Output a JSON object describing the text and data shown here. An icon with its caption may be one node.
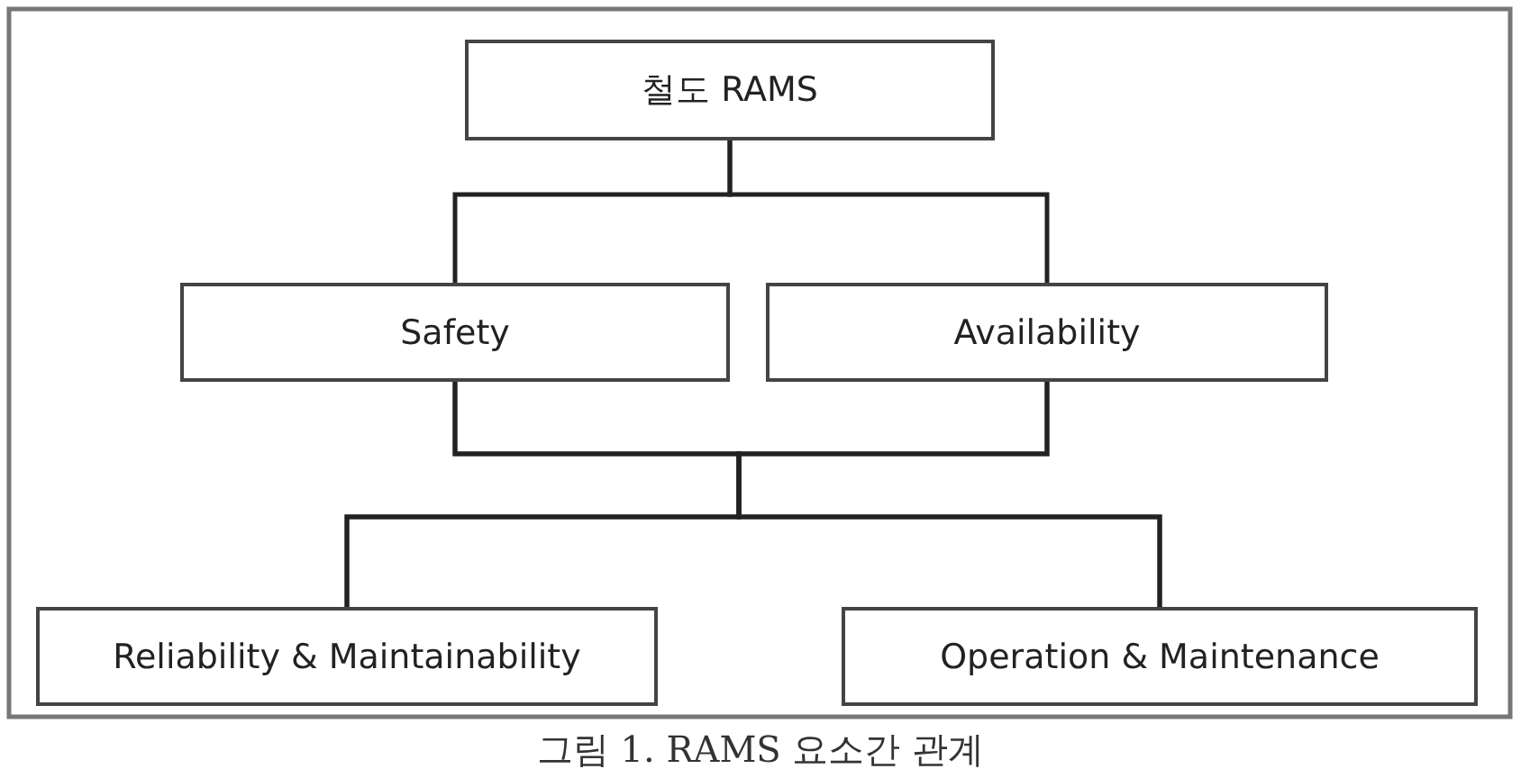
{
  "diagram": {
    "caption": "그림 1. RAMS 요소간 관계",
    "nodes": [
      {
        "text": [
          "철도 RAMS"
        ]
      },
      {
        "text": [
          "Safety"
        ]
      },
      {
        "text": [
          "Availability"
        ]
      },
      {
        "text": [
          "Reliability & Maintainability"
        ]
      },
      {
        "text": [
          "Operation & Maintenance"
        ]
      }
    ],
    "edges": [
      {
        "from": 0,
        "to": 1,
        "arrow": "none"
      },
      {
        "from": 0,
        "to": 2,
        "arrow": "none"
      },
      {
        "from": 1,
        "to": 3,
        "arrow": "none"
      },
      {
        "from": 1,
        "to": 4,
        "arrow": "none"
      },
      {
        "from": 2,
        "to": 3,
        "arrow": "none"
      },
      {
        "from": 2,
        "to": 4,
        "arrow": "none"
      }
    ]
  }
}
